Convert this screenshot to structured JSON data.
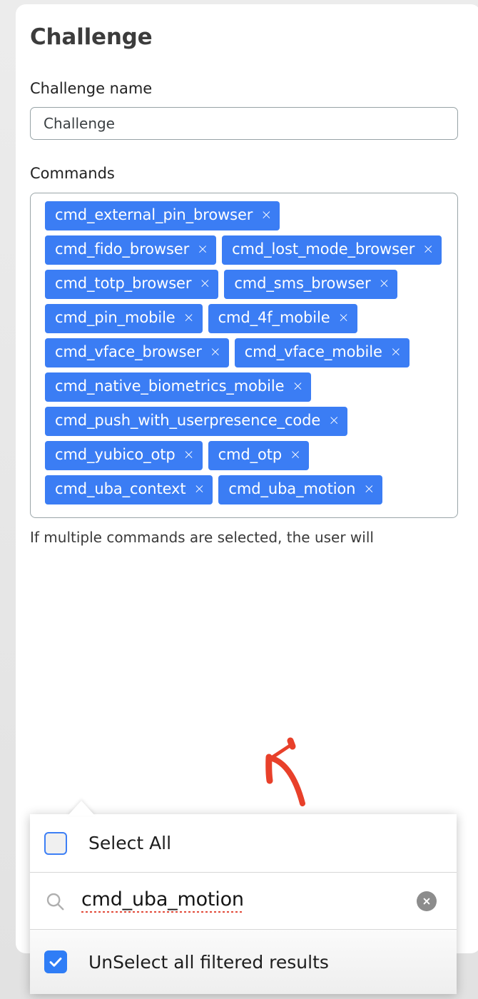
{
  "page": {
    "title": "Challenge",
    "background_color": "#e8e8e8",
    "card_color": "#ffffff"
  },
  "form": {
    "name_field": {
      "label": "Challenge name",
      "value": "Challenge"
    },
    "commands_field": {
      "label": "Commands",
      "tags": [
        {
          "label": "cmd_external_pin_browser",
          "remove_icon": "close-x-icon"
        },
        {
          "label": "cmd_fido_browser",
          "remove_icon": "close-x-icon"
        },
        {
          "label": "cmd_lost_mode_browser",
          "remove_icon": "close-x-icon"
        },
        {
          "label": "cmd_totp_browser",
          "remove_icon": "close-x-icon"
        },
        {
          "label": "cmd_sms_browser",
          "remove_icon": "close-x-icon"
        },
        {
          "label": "cmd_pin_mobile",
          "remove_icon": "close-x-icon"
        },
        {
          "label": "cmd_4f_mobile",
          "remove_icon": "close-x-icon"
        },
        {
          "label": "cmd_vface_browser",
          "remove_icon": "close-x-icon"
        },
        {
          "label": "cmd_vface_mobile",
          "remove_icon": "close-x-icon"
        },
        {
          "label": "cmd_native_biometrics_mobile",
          "remove_icon": "close-x-icon"
        },
        {
          "label": "cmd_push_with_userpresence_code",
          "remove_icon": "close-x-icon"
        },
        {
          "label": "cmd_yubico_otp",
          "remove_icon": "close-x-icon"
        },
        {
          "label": "cmd_otp",
          "remove_icon": "close-x-icon"
        },
        {
          "label": "cmd_uba_context",
          "remove_icon": "close-x-icon"
        },
        {
          "label": "cmd_uba_motion",
          "remove_icon": "close-x-icon"
        }
      ],
      "tag_color": "#3b7df4",
      "helper_text": "If multiple commands are selected, the user will"
    }
  },
  "dropdown": {
    "select_all": {
      "label": "Select All",
      "checked": false
    },
    "search": {
      "value": "cmd_uba_motion",
      "icon": "search-icon",
      "clear_icon": "clear-circle-x-icon",
      "spellcheck_underline_color": "#e24b3a"
    },
    "unselect_all": {
      "label": "UnSelect all filtered results",
      "checked": true,
      "checkbox_color": "#2f7df6"
    }
  },
  "annotation": {
    "type": "arrow",
    "color": "#e8402a",
    "points_to": "cmd_uba_motion"
  }
}
